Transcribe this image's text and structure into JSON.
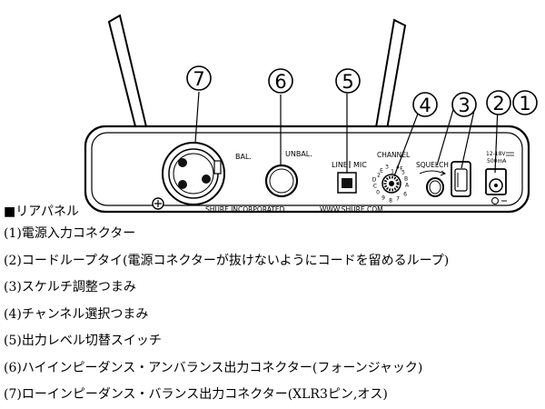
{
  "panel_text": {
    "bal": "BAL.",
    "unbal": "UNBAL.",
    "line": "LINE",
    "mic": "MIC",
    "channel": "CHANNEL",
    "squelch": "SQUELCH",
    "power_rating_1": "12-18V",
    "power_rating_2": "500mA",
    "brand": "SHURE INCORPORATED",
    "website": "WWW.SHURE.COM",
    "channel_digits": [
      "1",
      "2",
      "3",
      "4",
      "5",
      "6",
      "7",
      "8",
      "9",
      "0",
      "A",
      "B",
      "C",
      "D",
      "E",
      "F"
    ]
  },
  "callouts": [
    "1",
    "2",
    "3",
    "4",
    "5",
    "6",
    "7"
  ],
  "legend": {
    "heading": "■リアパネル",
    "items": [
      "(1)電源入力コネクター",
      "(2)コードループタイ(電源コネクターが抜けないようにコードを留めるループ)",
      "(3)スケルチ調整つまみ",
      "(4)チャンネル選択つまみ",
      "(5)出力レベル切替スイッチ",
      "(6)ハイインピーダンス・アンバランス出力コネクター(フォーンジャック)",
      "(7)ローインピーダンス・バランス出力コネクター(XLR3ピン,オス)"
    ]
  }
}
